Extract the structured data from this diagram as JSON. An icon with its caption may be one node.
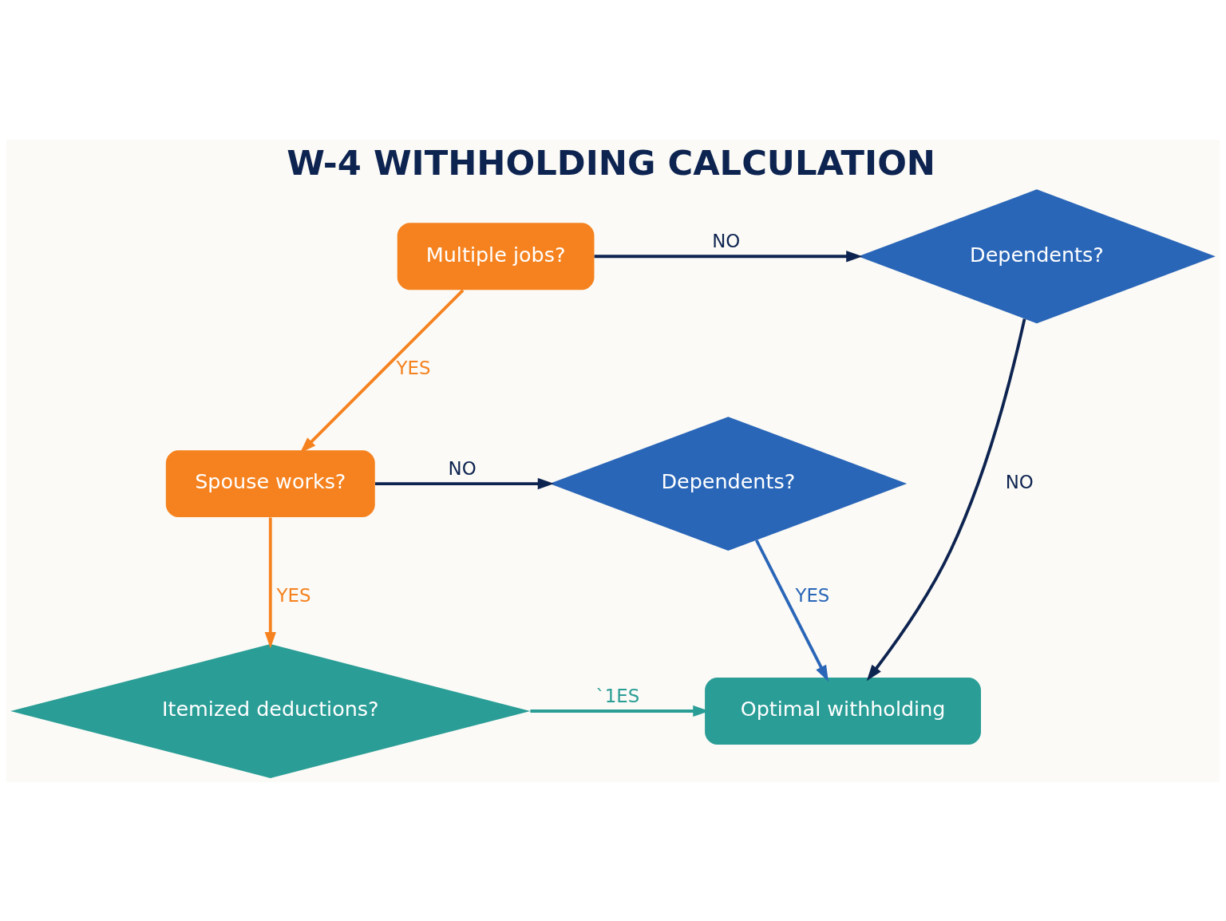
{
  "diagram": {
    "title": "W-4 WITHHOLDING CALCULATION",
    "nodes": [
      {
        "text": [
          "Multiple jobs?"
        ]
      },
      {
        "text": [
          "Spouse works?"
        ]
      },
      {
        "text": [
          "Dependents?"
        ]
      },
      {
        "text": [
          "Dependents?"
        ]
      },
      {
        "text": [
          "Itemized deductions?"
        ]
      },
      {
        "text": [
          "Optimal withholding"
        ]
      }
    ],
    "edges": [
      {
        "from": 0,
        "to": 1,
        "arrow": "to",
        "label": "YES",
        "color": "#f5821f"
      },
      {
        "from": 0,
        "to": 3,
        "arrow": "to",
        "label": "NO"
      },
      {
        "from": 1,
        "to": 2,
        "arrow": "to",
        "label": "NO"
      },
      {
        "from": 1,
        "to": 4,
        "arrow": "to",
        "label": "YES",
        "color": "#f5821f"
      },
      {
        "from": 2,
        "to": 5,
        "arrow": "to",
        "label": "YES",
        "color": "#2a66b8"
      },
      {
        "from": 4,
        "to": 5,
        "arrow": "to",
        "label": "`1ES",
        "color": "#2a9d96"
      },
      {
        "from": 3,
        "to": 5,
        "arrow": "to",
        "label": "NO"
      }
    ]
  }
}
